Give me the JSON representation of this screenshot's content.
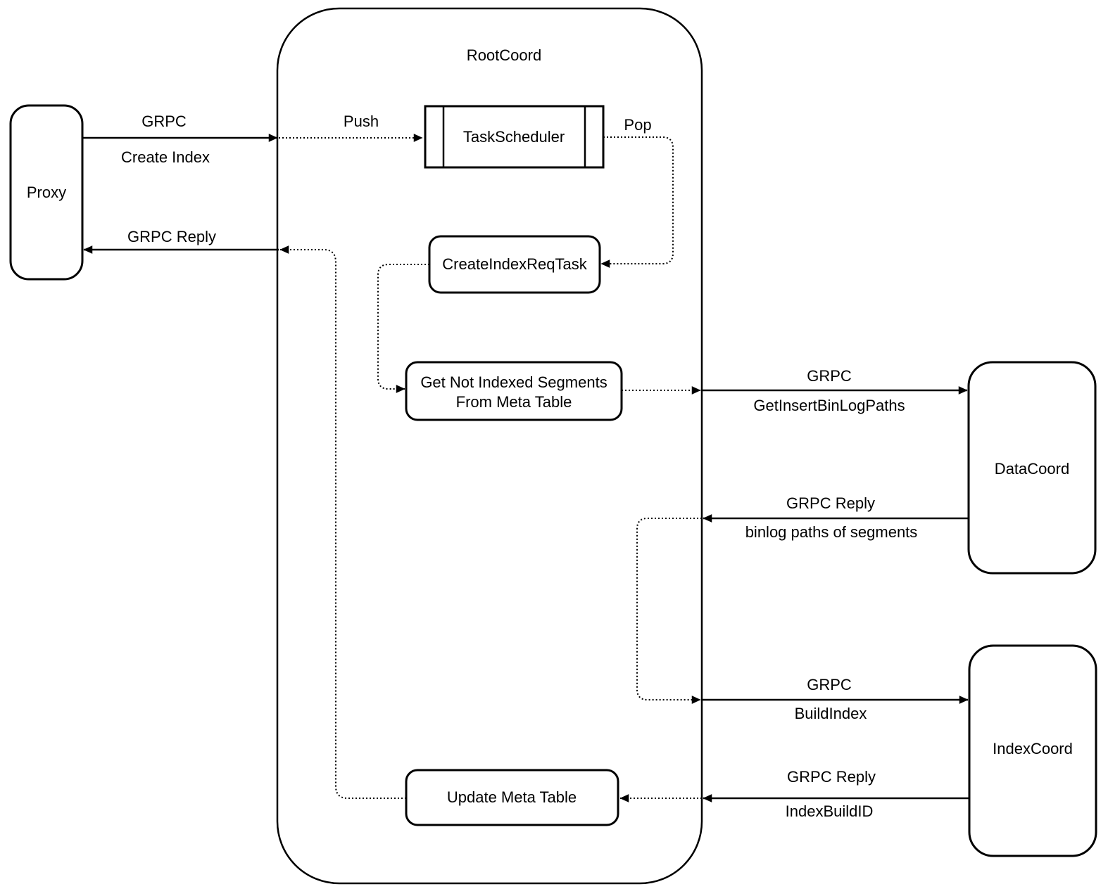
{
  "colors": {
    "stroke": "#000000",
    "background": "#ffffff"
  },
  "diagram": {
    "title": "RootCoord",
    "nodes": {
      "proxy": "Proxy",
      "task_scheduler": "TaskScheduler",
      "create_index_req_task": "CreateIndexReqTask",
      "get_not_indexed_segments": {
        "line1": "Get Not Indexed Segments",
        "line2": "From Meta Table"
      },
      "update_meta_table": "Update Meta Table",
      "data_coord": "DataCoord",
      "index_coord": "IndexCoord"
    },
    "edges": {
      "grpc_create_index": {
        "top": "GRPC",
        "bottom": "Create Index"
      },
      "grpc_reply_to_proxy": {
        "top": "GRPC Reply"
      },
      "push": {
        "top": "Push"
      },
      "pop": {
        "top": "Pop"
      },
      "grpc_get_insert_binlog_paths": {
        "top": "GRPC",
        "bottom": "GetInsertBinLogPaths"
      },
      "grpc_reply_binlog_paths": {
        "top": "GRPC Reply",
        "bottom": "binlog paths of segments"
      },
      "grpc_build_index": {
        "top": "GRPC",
        "bottom": "BuildIndex"
      },
      "grpc_reply_index_build_id": {
        "top": "GRPC Reply",
        "bottom": "IndexBuildID"
      }
    }
  }
}
